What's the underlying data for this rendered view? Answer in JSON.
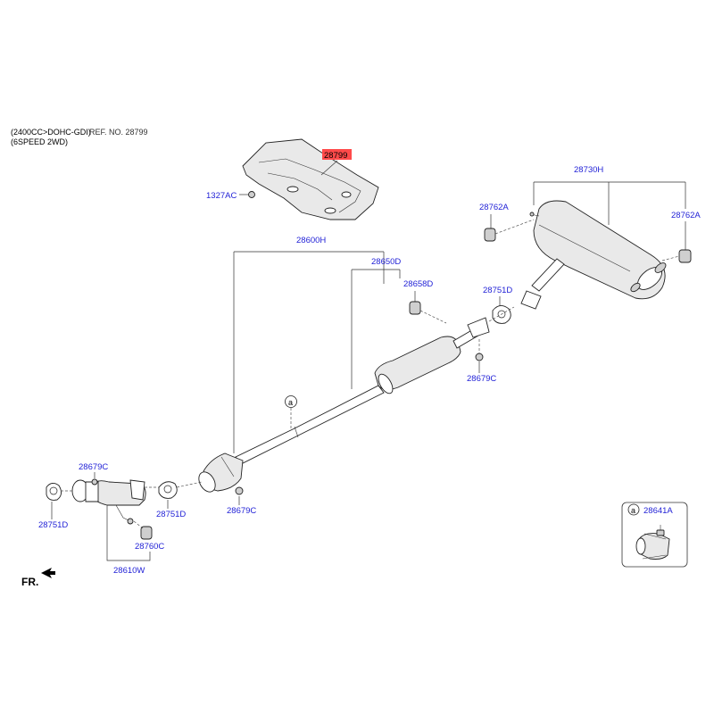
{
  "header": {
    "line1": "(2400CC>DOHC-GDI)",
    "line1_overlay": "REF. NO. 28799",
    "line2": "(6SPEED 2WD)"
  },
  "callouts": {
    "heat_protector": "28799",
    "nut_top": "1327AC",
    "main_muffler_assy": "28730H",
    "hanger_left": "28762A",
    "hanger_right": "28762A",
    "center_pipe_assy": "28600H",
    "center_muffler": "28650D",
    "hanger_center": "28658D",
    "gasket_rear": "28751D",
    "nut_center": "28679C",
    "clamp_marker": "a",
    "nut_front_top": "28679C",
    "gasket_front_left": "28751D",
    "gasket_front_right": "28751D",
    "nut_front_bottom": "28679C",
    "hanger_front": "28760C",
    "front_pipe_assy": "28610W",
    "clamp_part": "28641A",
    "clamp_marker_box": "a",
    "front_arrow": "FR."
  },
  "colors": {
    "callout_text": "#1f1fd6",
    "highlight_box": "#ff4a4a"
  }
}
